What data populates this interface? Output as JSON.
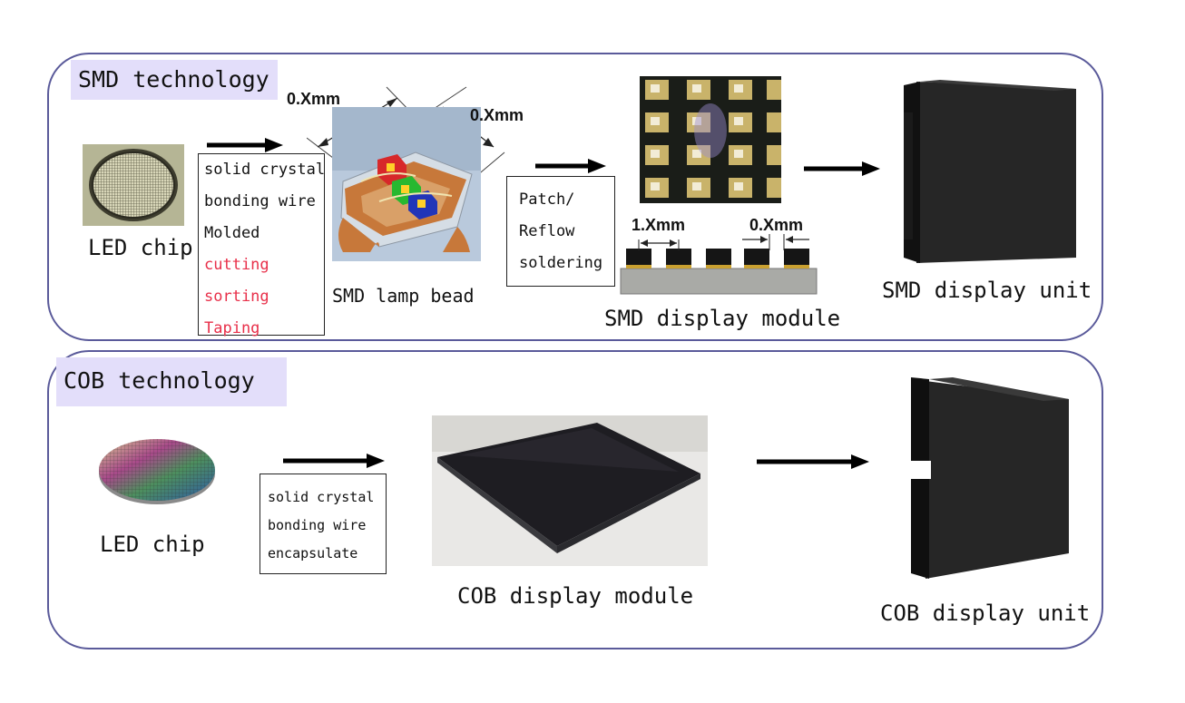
{
  "smd": {
    "title": "SMD technology",
    "led_chip_label": "LED chip",
    "process_steps": [
      "solid crystal",
      "bonding wire",
      "Molded"
    ],
    "process_steps_highlight": [
      "cutting",
      "sorting",
      "Taping"
    ],
    "lamp_bead_label": "SMD lamp bead",
    "lamp_dim_1": "0.Xmm",
    "lamp_dim_2": "0.Xmm",
    "patch_steps": [
      "Patch/",
      "Reflow",
      "soldering"
    ],
    "module_dim_pitch": "1.Xmm",
    "module_dim_gap": "0.Xmm",
    "module_label": "SMD display module",
    "unit_label": "SMD display unit"
  },
  "cob": {
    "title": "COB technology",
    "led_chip_label": "LED chip",
    "process_steps": [
      "solid crystal",
      "bonding wire",
      "encapsulate"
    ],
    "module_label": "COB display module",
    "unit_label": "COB display unit"
  },
  "colors": {
    "panel_border": "#5a5a9a",
    "title_background": "#e3defa",
    "highlight_text": "#e8304a"
  }
}
